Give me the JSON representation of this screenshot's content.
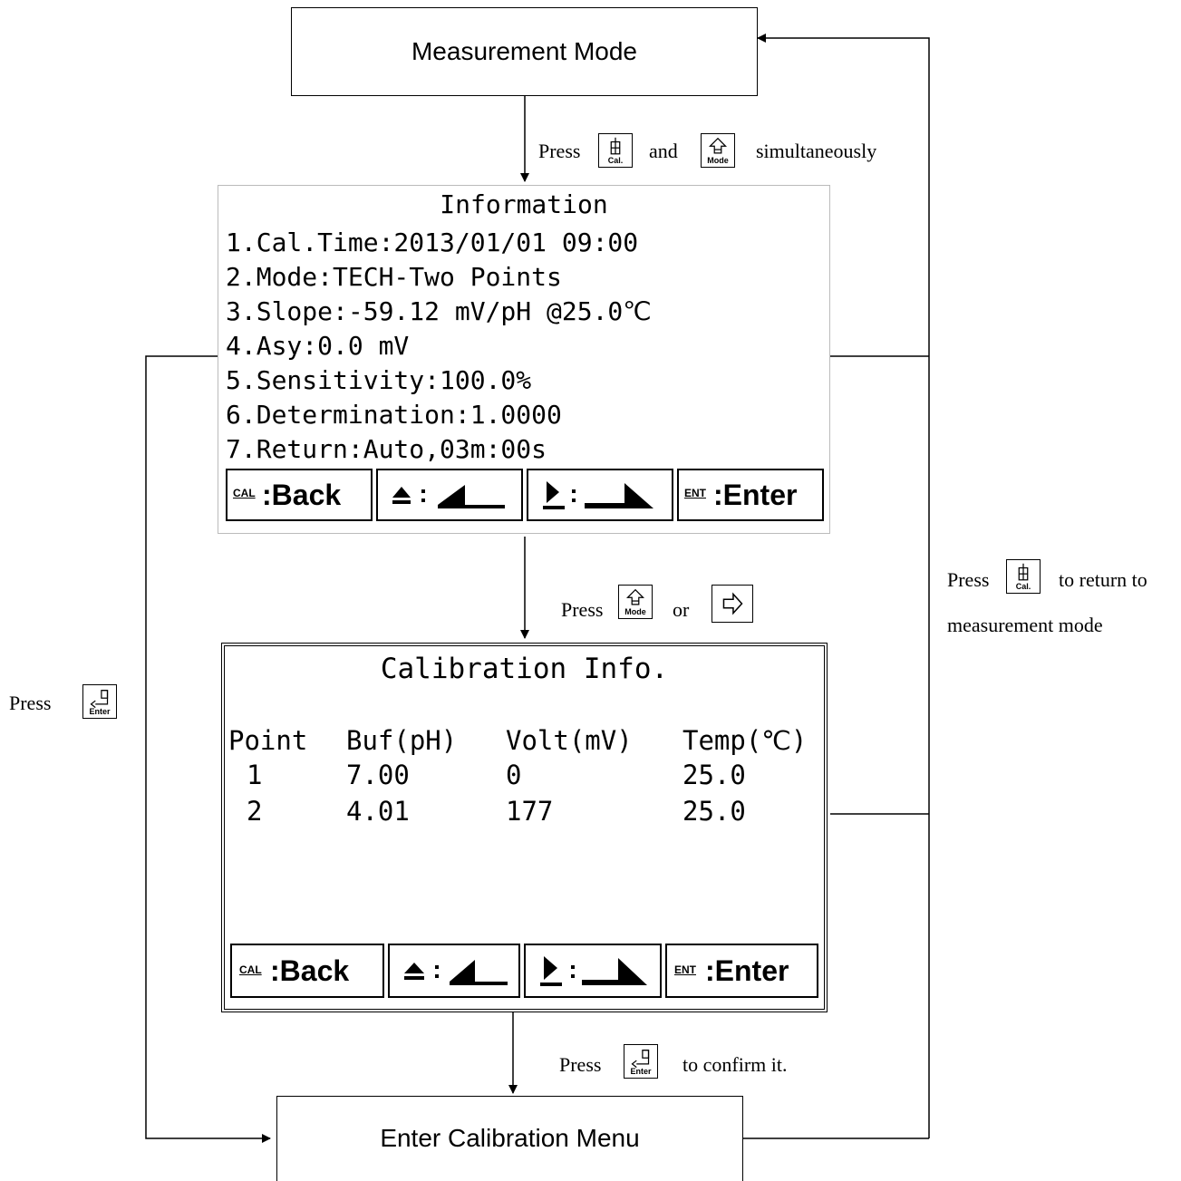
{
  "nodes": {
    "measurement_mode": "Measurement Mode",
    "enter_calibration_menu": "Enter Calibration Menu"
  },
  "labels": {
    "press": "Press",
    "and": "and",
    "simultaneously": "simultaneously",
    "or": "or",
    "to_return_to": "to return to",
    "measurement_mode": "measurement mode",
    "to_confirm_it": "to confirm it."
  },
  "keys": {
    "cal": "Cal.",
    "mode": "Mode",
    "enter": "Enter"
  },
  "screen1": {
    "title": "Information",
    "lines": [
      "1.Cal.Time:2013/01/01 09:00",
      "2.Mode:TECH-Two Points",
      "3.Slope:-59.12 mV/pH @25.0℃",
      "4.Asy:0.0 mV",
      "5.Sensitivity:100.0%",
      "6.Determination:1.0000",
      "7.Return:Auto,03m:00s"
    ]
  },
  "screen2": {
    "title": "Calibration Info.",
    "header": [
      "Point",
      "Buf(pH)",
      "Volt(mV)",
      "Temp(℃)"
    ],
    "rows": [
      [
        "1",
        "7.00",
        "0",
        "25.0"
      ],
      [
        "2",
        "4.01",
        "177",
        "25.0"
      ]
    ]
  },
  "softkeys": {
    "cal_abbr": "CAL",
    "back": "Back",
    "ent_abbr": "ENT",
    "enter": "Enter",
    "colon": ":"
  }
}
